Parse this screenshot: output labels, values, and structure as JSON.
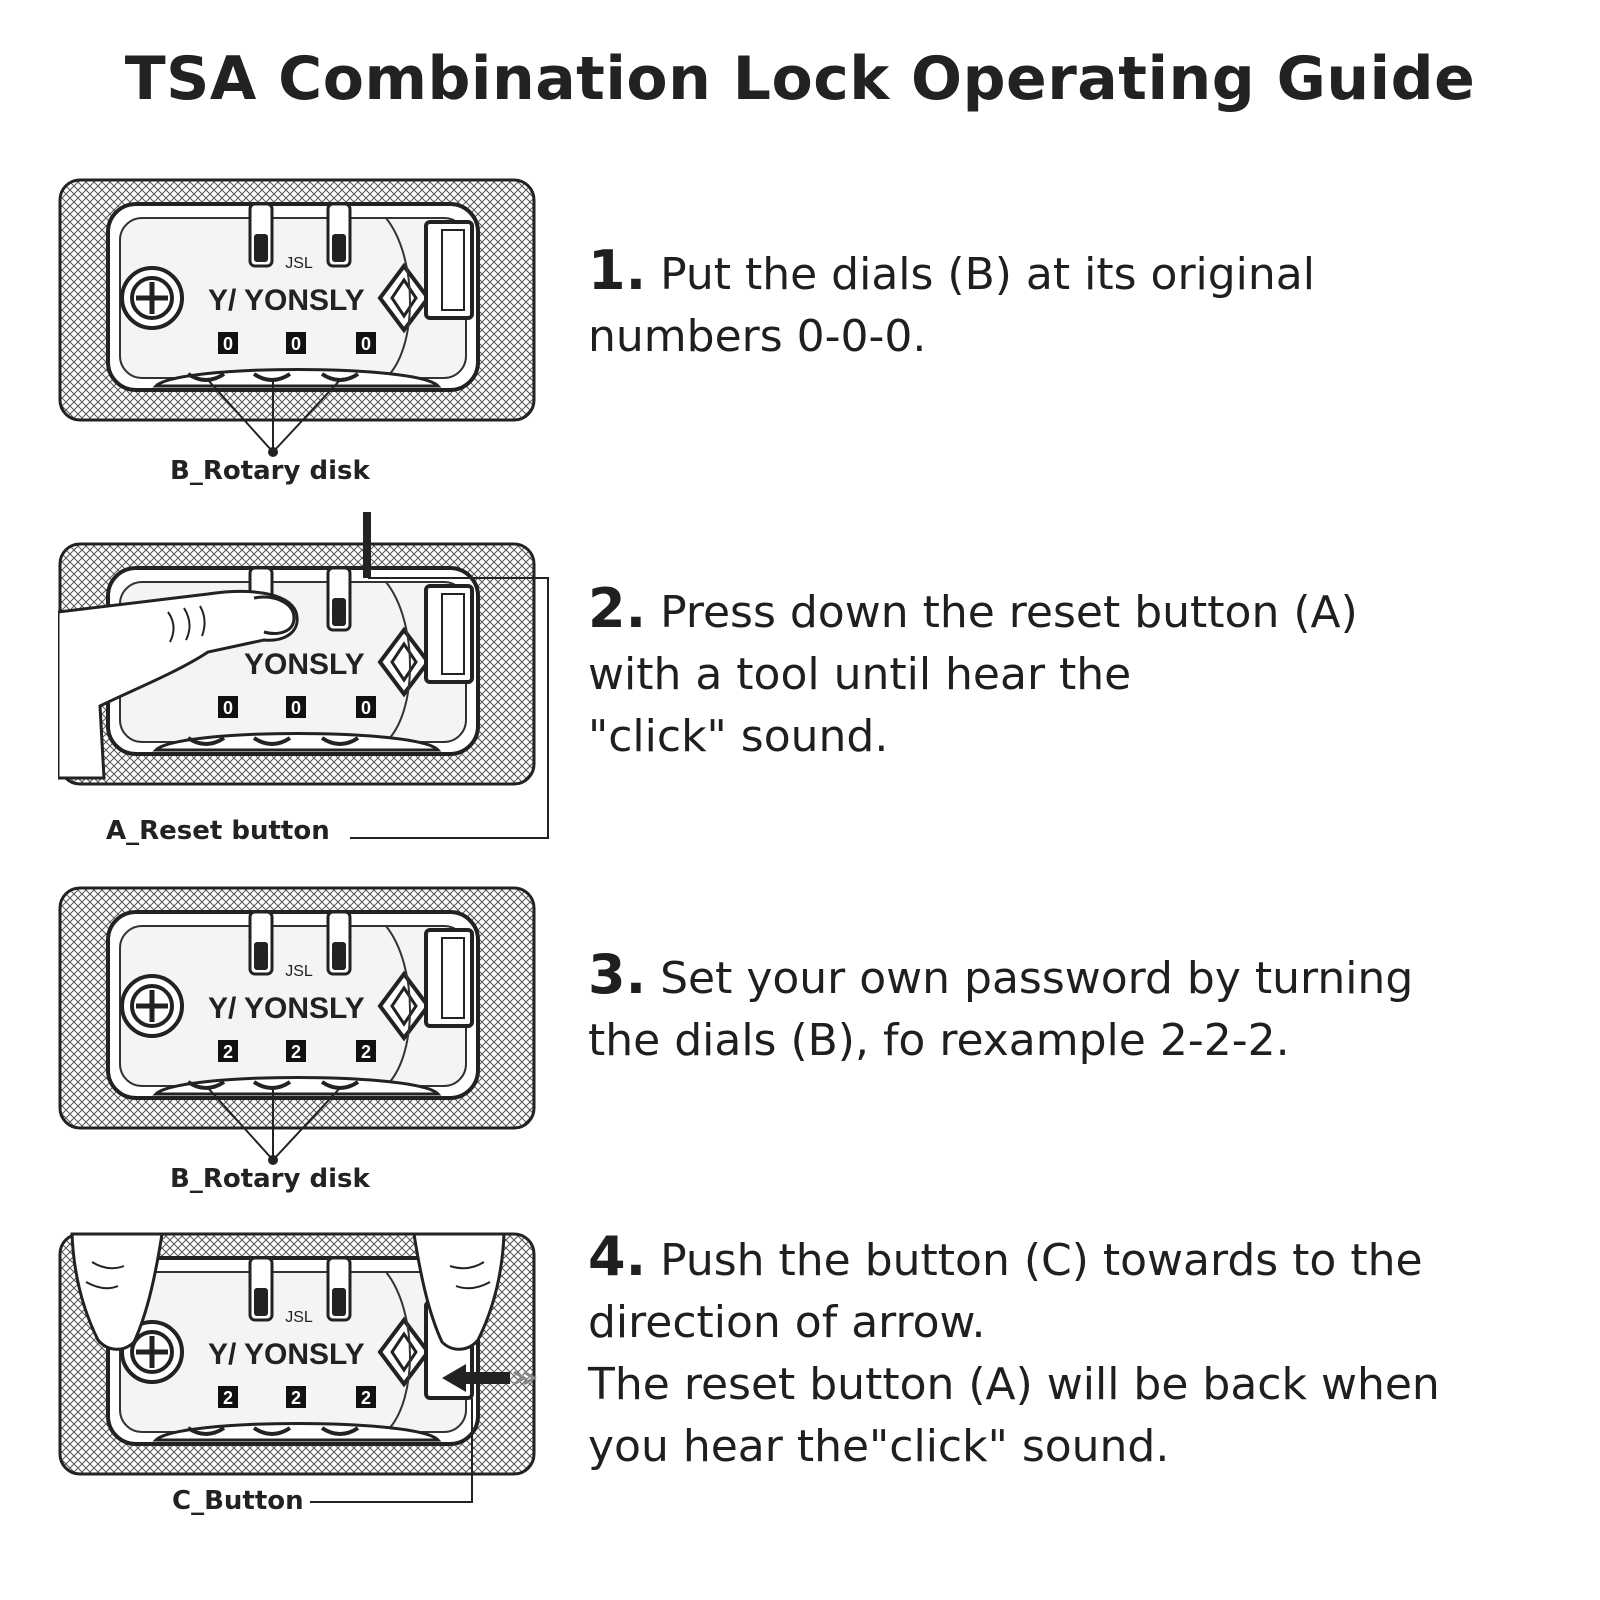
{
  "title": "TSA Combination Lock Operating Guide",
  "brand": "YONSLY",
  "brand_mark": "Y/",
  "model_mark": "JSL",
  "steps": [
    {
      "number": "1.",
      "lines": [
        "Put the dials (B) at its original",
        "numbers 0-0-0."
      ],
      "dial_digits": [
        "0",
        "0",
        "0"
      ],
      "label": "B_Rotary disk"
    },
    {
      "number": "2.",
      "lines": [
        "Press down the reset button (A)",
        "with a tool until hear the",
        "\"click\" sound."
      ],
      "dial_digits": [
        "0",
        "0",
        "0"
      ],
      "label": "A_Reset button"
    },
    {
      "number": "3.",
      "lines": [
        "Set your own password by turning",
        "the dials (B), fo rexample 2-2-2."
      ],
      "dial_digits": [
        "2",
        "2",
        "2"
      ],
      "label": "B_Rotary disk"
    },
    {
      "number": "4.",
      "lines": [
        "Push the button (C) towards to the",
        "direction of arrow.",
        "The reset button (A) will be back when",
        "you hear the\"click\" sound."
      ],
      "dial_digits": [
        "2",
        "2",
        "2"
      ],
      "label": "C_Button"
    }
  ]
}
